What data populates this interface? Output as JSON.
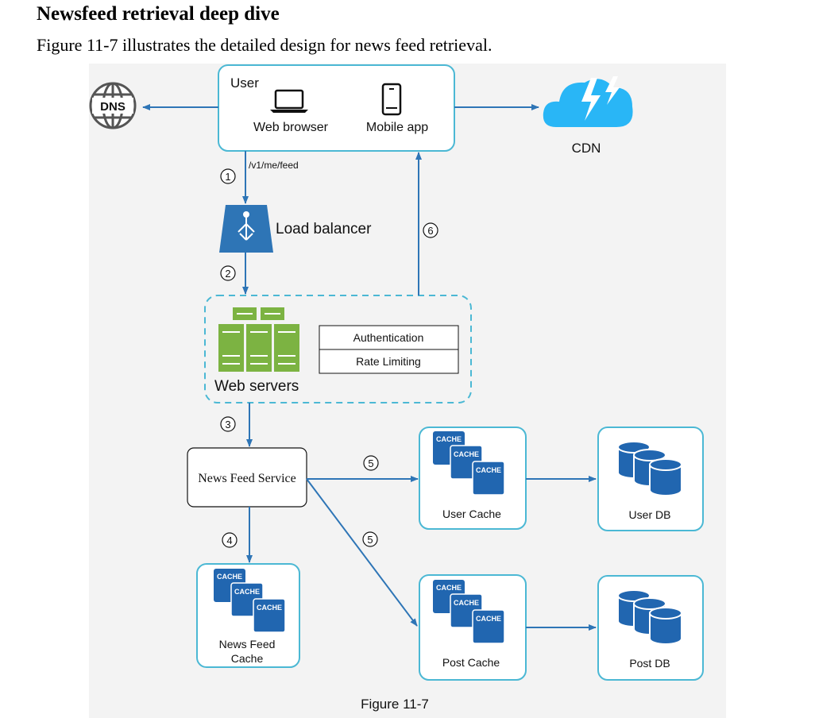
{
  "heading": "Newsfeed retrieval deep dive",
  "intro": "Figure 11-7 illustrates the detailed design for news feed retrieval.",
  "caption": "Figure 11-7",
  "colors": {
    "accent": "#2e75b6",
    "box_border": "#4bb8d4",
    "server_green": "#7cb342",
    "cache_blue": "#2166b0",
    "panel_bg": "#f3f3f3"
  },
  "user": {
    "title": "User",
    "web_browser": "Web browser",
    "mobile_app": "Mobile app",
    "endpoint": "/v1/me/feed"
  },
  "dns": {
    "label": "DNS"
  },
  "cdn": {
    "label": "CDN"
  },
  "load_balancer": {
    "label": "Load balancer"
  },
  "web_servers": {
    "label": "Web servers",
    "authentication": "Authentication",
    "rate_limiting": "Rate Limiting"
  },
  "news_feed_service": {
    "label": "News Feed Service"
  },
  "cache_tag": "CACHE",
  "user_cache": {
    "label": "User Cache"
  },
  "post_cache": {
    "label": "Post Cache"
  },
  "news_feed_cache": {
    "line1": "News Feed",
    "line2": "Cache"
  },
  "user_db": {
    "label": "User DB"
  },
  "post_db": {
    "label": "Post DB"
  },
  "steps": {
    "s1": "1",
    "s2": "2",
    "s3": "3",
    "s4": "4",
    "s5a": "5",
    "s5b": "5",
    "s6": "6"
  }
}
